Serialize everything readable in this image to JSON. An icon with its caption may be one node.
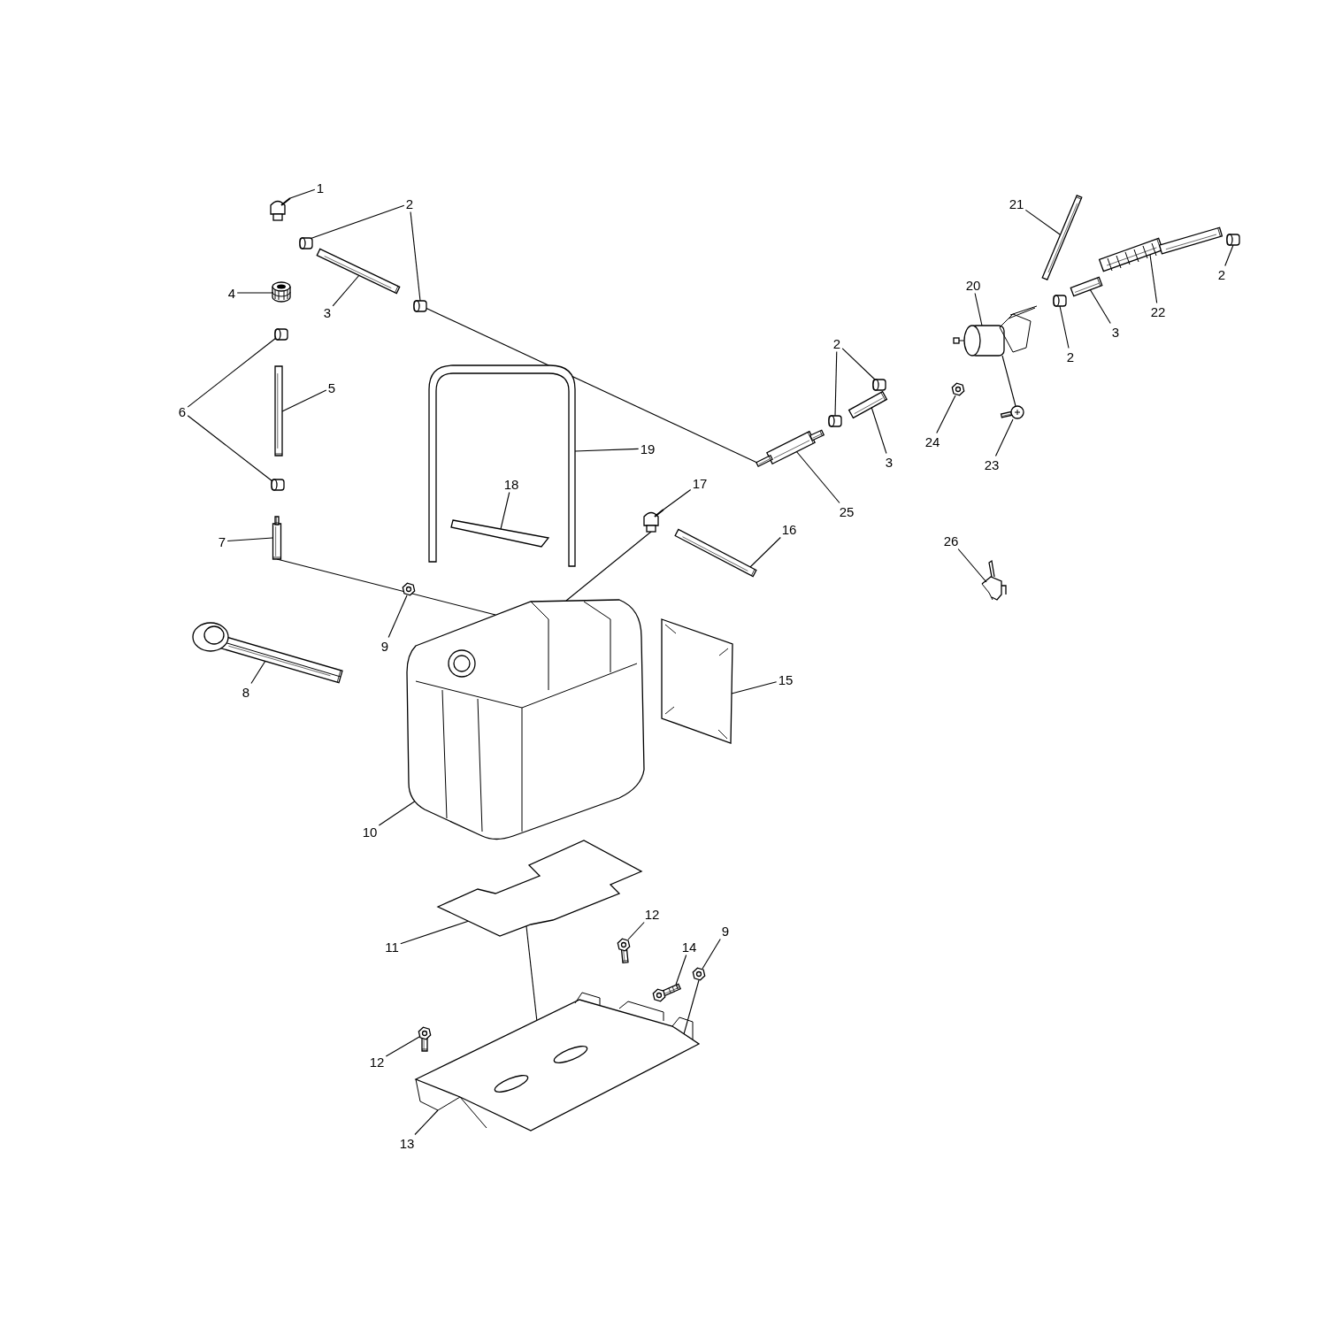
{
  "diagram": {
    "nodes": [
      {
        "text": [
          "1"
        ]
      },
      {
        "text": [],
        "shape": "picture"
      },
      {
        "text": [
          "2"
        ]
      },
      {
        "text": [],
        "shape": "picture"
      },
      {
        "text": [],
        "shape": "picture"
      },
      {
        "text": [
          "3"
        ]
      },
      {
        "text": [],
        "shape": "picture"
      },
      {
        "text": [
          "4"
        ]
      },
      {
        "text": [],
        "shape": "picture"
      },
      {
        "text": [
          "6"
        ]
      },
      {
        "text": [],
        "shape": "picture"
      },
      {
        "text": [
          "5"
        ]
      },
      {
        "text": [],
        "shape": "picture"
      },
      {
        "text": [],
        "shape": "picture"
      },
      {
        "text": [
          "7"
        ]
      },
      {
        "text": [],
        "shape": "picture"
      },
      {
        "text": [
          "8"
        ]
      },
      {
        "text": [],
        "shape": "picture"
      },
      {
        "text": [
          "19"
        ]
      },
      {
        "text": [],
        "shape": "picture"
      },
      {
        "text": [
          "18"
        ]
      },
      {
        "text": [],
        "shape": "picture"
      },
      {
        "text": [
          "9"
        ]
      },
      {
        "text": [],
        "shape": "picture"
      },
      {
        "text": [
          "17"
        ]
      },
      {
        "text": [],
        "shape": "picture"
      },
      {
        "text": [
          "16"
        ]
      },
      {
        "text": [],
        "shape": "picture"
      },
      {
        "text": [
          "10"
        ]
      },
      {
        "text": [],
        "shape": "picture"
      },
      {
        "text": [
          "15"
        ]
      },
      {
        "text": [],
        "shape": "picture"
      },
      {
        "text": [
          "11"
        ]
      },
      {
        "text": [],
        "shape": "picture"
      },
      {
        "text": [
          "12"
        ]
      },
      {
        "text": [],
        "shape": "picture"
      },
      {
        "text": [
          "14"
        ]
      },
      {
        "text": [],
        "shape": "picture"
      },
      {
        "text": [
          "9"
        ]
      },
      {
        "text": [],
        "shape": "picture"
      },
      {
        "text": [
          "12"
        ]
      },
      {
        "text": [],
        "shape": "picture"
      },
      {
        "text": [
          "13"
        ]
      },
      {
        "text": [],
        "shape": "picture"
      },
      {
        "text": [
          "21"
        ]
      },
      {
        "text": [],
        "shape": "picture"
      },
      {
        "text": [
          "2"
        ]
      },
      {
        "text": [],
        "shape": "picture"
      },
      {
        "text": [
          "20"
        ]
      },
      {
        "text": [],
        "shape": "picture"
      },
      {
        "text": [
          "22"
        ]
      },
      {
        "text": [],
        "shape": "picture"
      },
      {
        "text": [
          "3"
        ]
      },
      {
        "text": [],
        "shape": "picture"
      },
      {
        "text": [
          "2"
        ]
      },
      {
        "text": [],
        "shape": "picture"
      },
      {
        "text": [
          "2"
        ]
      },
      {
        "text": [],
        "shape": "picture"
      },
      {
        "text": [],
        "shape": "picture"
      },
      {
        "text": [
          "3"
        ]
      },
      {
        "text": [],
        "shape": "picture"
      },
      {
        "text": [
          "24"
        ]
      },
      {
        "text": [],
        "shape": "picture"
      },
      {
        "text": [
          "23"
        ]
      },
      {
        "text": [],
        "shape": "picture"
      },
      {
        "text": [
          "25"
        ]
      },
      {
        "text": [],
        "shape": "picture"
      },
      {
        "text": [
          "26"
        ]
      },
      {
        "text": [],
        "shape": "picture"
      }
    ],
    "edges": [
      {
        "from": 0,
        "to": 1,
        "arrow": "none"
      },
      {
        "from": 2,
        "to": 3,
        "arrow": "none"
      },
      {
        "from": 2,
        "to": 4,
        "arrow": "none"
      },
      {
        "from": 5,
        "to": 6,
        "arrow": "none"
      },
      {
        "from": 7,
        "to": 8,
        "arrow": "none"
      },
      {
        "from": 9,
        "to": 10,
        "arrow": "none"
      },
      {
        "from": 9,
        "to": 13,
        "arrow": "none"
      },
      {
        "from": 11,
        "to": 12,
        "arrow": "none"
      },
      {
        "from": 14,
        "to": 15,
        "arrow": "none"
      },
      {
        "from": 16,
        "to": 17,
        "arrow": "none"
      },
      {
        "from": 18,
        "to": 19,
        "arrow": "none"
      },
      {
        "from": 20,
        "to": 21,
        "arrow": "none"
      },
      {
        "from": 22,
        "to": 23,
        "arrow": "none"
      },
      {
        "from": 24,
        "to": 25,
        "arrow": "none"
      },
      {
        "from": 26,
        "to": 27,
        "arrow": "none"
      },
      {
        "from": 28,
        "to": 29,
        "arrow": "none"
      },
      {
        "from": 30,
        "to": 31,
        "arrow": "none"
      },
      {
        "from": 32,
        "to": 33,
        "arrow": "none"
      },
      {
        "from": 34,
        "to": 35,
        "arrow": "none"
      },
      {
        "from": 36,
        "to": 37,
        "arrow": "none"
      },
      {
        "from": 38,
        "to": 39,
        "arrow": "none"
      },
      {
        "from": 40,
        "to": 41,
        "arrow": "none"
      },
      {
        "from": 42,
        "to": 43,
        "arrow": "none"
      },
      {
        "from": 44,
        "to": 45,
        "arrow": "none"
      },
      {
        "from": 46,
        "to": 47,
        "arrow": "none"
      },
      {
        "from": 48,
        "to": 49,
        "arrow": "none"
      },
      {
        "from": 50,
        "to": 51,
        "arrow": "none"
      },
      {
        "from": 52,
        "to": 53,
        "arrow": "none"
      },
      {
        "from": 54,
        "to": 55,
        "arrow": "none"
      },
      {
        "from": 56,
        "to": 57,
        "arrow": "none"
      },
      {
        "from": 56,
        "to": 58,
        "arrow": "none"
      },
      {
        "from": 59,
        "to": 60,
        "arrow": "none"
      },
      {
        "from": 61,
        "to": 62,
        "arrow": "none"
      },
      {
        "from": 63,
        "to": 64,
        "arrow": "none"
      },
      {
        "from": 65,
        "to": 66,
        "arrow": "none"
      },
      {
        "from": 67,
        "to": 68,
        "arrow": "none"
      },
      {
        "from": 4,
        "to": 66,
        "arrow": "none"
      },
      {
        "from": 15,
        "to": 29,
        "arrow": "none"
      },
      {
        "from": 25,
        "to": 29,
        "arrow": "none"
      },
      {
        "from": 33,
        "to": 43,
        "arrow": "none"
      },
      {
        "from": 39,
        "to": 43,
        "arrow": "none"
      },
      {
        "from": 49,
        "to": 64,
        "arrow": "none"
      }
    ]
  }
}
